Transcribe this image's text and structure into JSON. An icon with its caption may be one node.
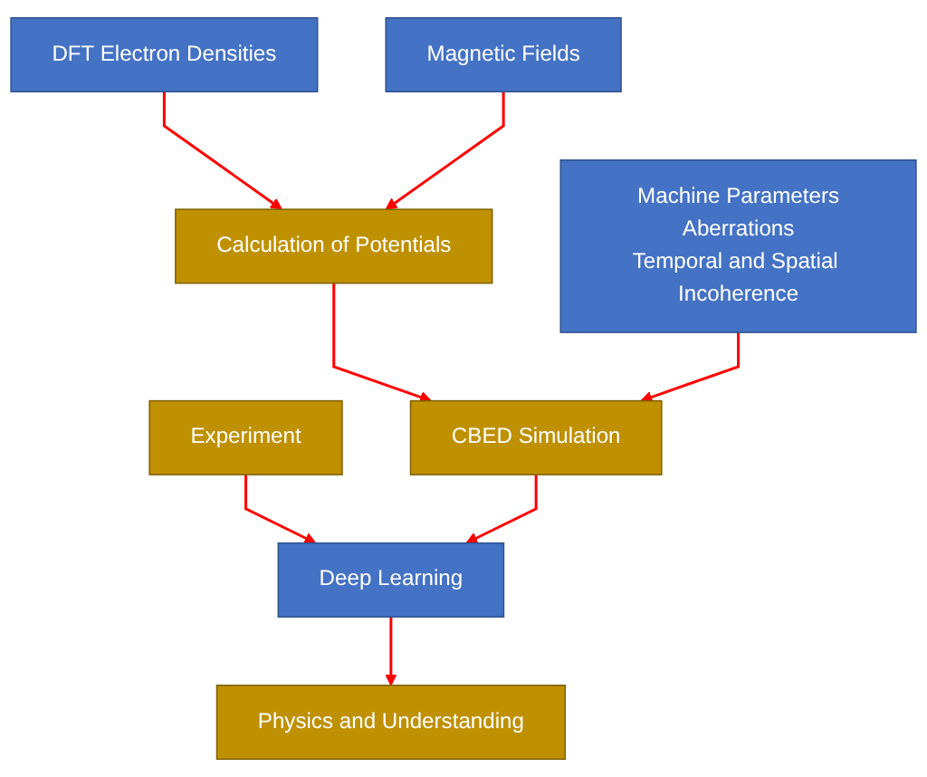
{
  "diagram": {
    "nodes": [
      {
        "text": [
          "DFT Electron Densities"
        ]
      },
      {
        "text": [
          "Calculation of Potentials"
        ]
      },
      {
        "text": [
          "Magnetic Fields"
        ]
      },
      {
        "text": [
          "Experiment"
        ]
      },
      {
        "text": [
          "CBED Simulation"
        ]
      },
      {
        "text": [
          "Deep Learning"
        ]
      },
      {
        "text": [
          "Machine Parameters",
          "Aberrations",
          "Temporal and Spatial Incoherence"
        ]
      },
      {
        "text": [
          "Physics and Understanding"
        ]
      }
    ],
    "edges": [
      {
        "from": 0,
        "to": 1,
        "arrow": "to"
      },
      {
        "from": 2,
        "to": 1,
        "arrow": "to"
      },
      {
        "from": 1,
        "to": 4,
        "arrow": "to"
      },
      {
        "from": 3,
        "to": 5,
        "arrow": "to"
      },
      {
        "from": 4,
        "to": 5,
        "arrow": "to"
      },
      {
        "from": 6,
        "to": 4,
        "arrow": "to"
      },
      {
        "from": 5,
        "to": 7,
        "arrow": "to"
      }
    ]
  }
}
